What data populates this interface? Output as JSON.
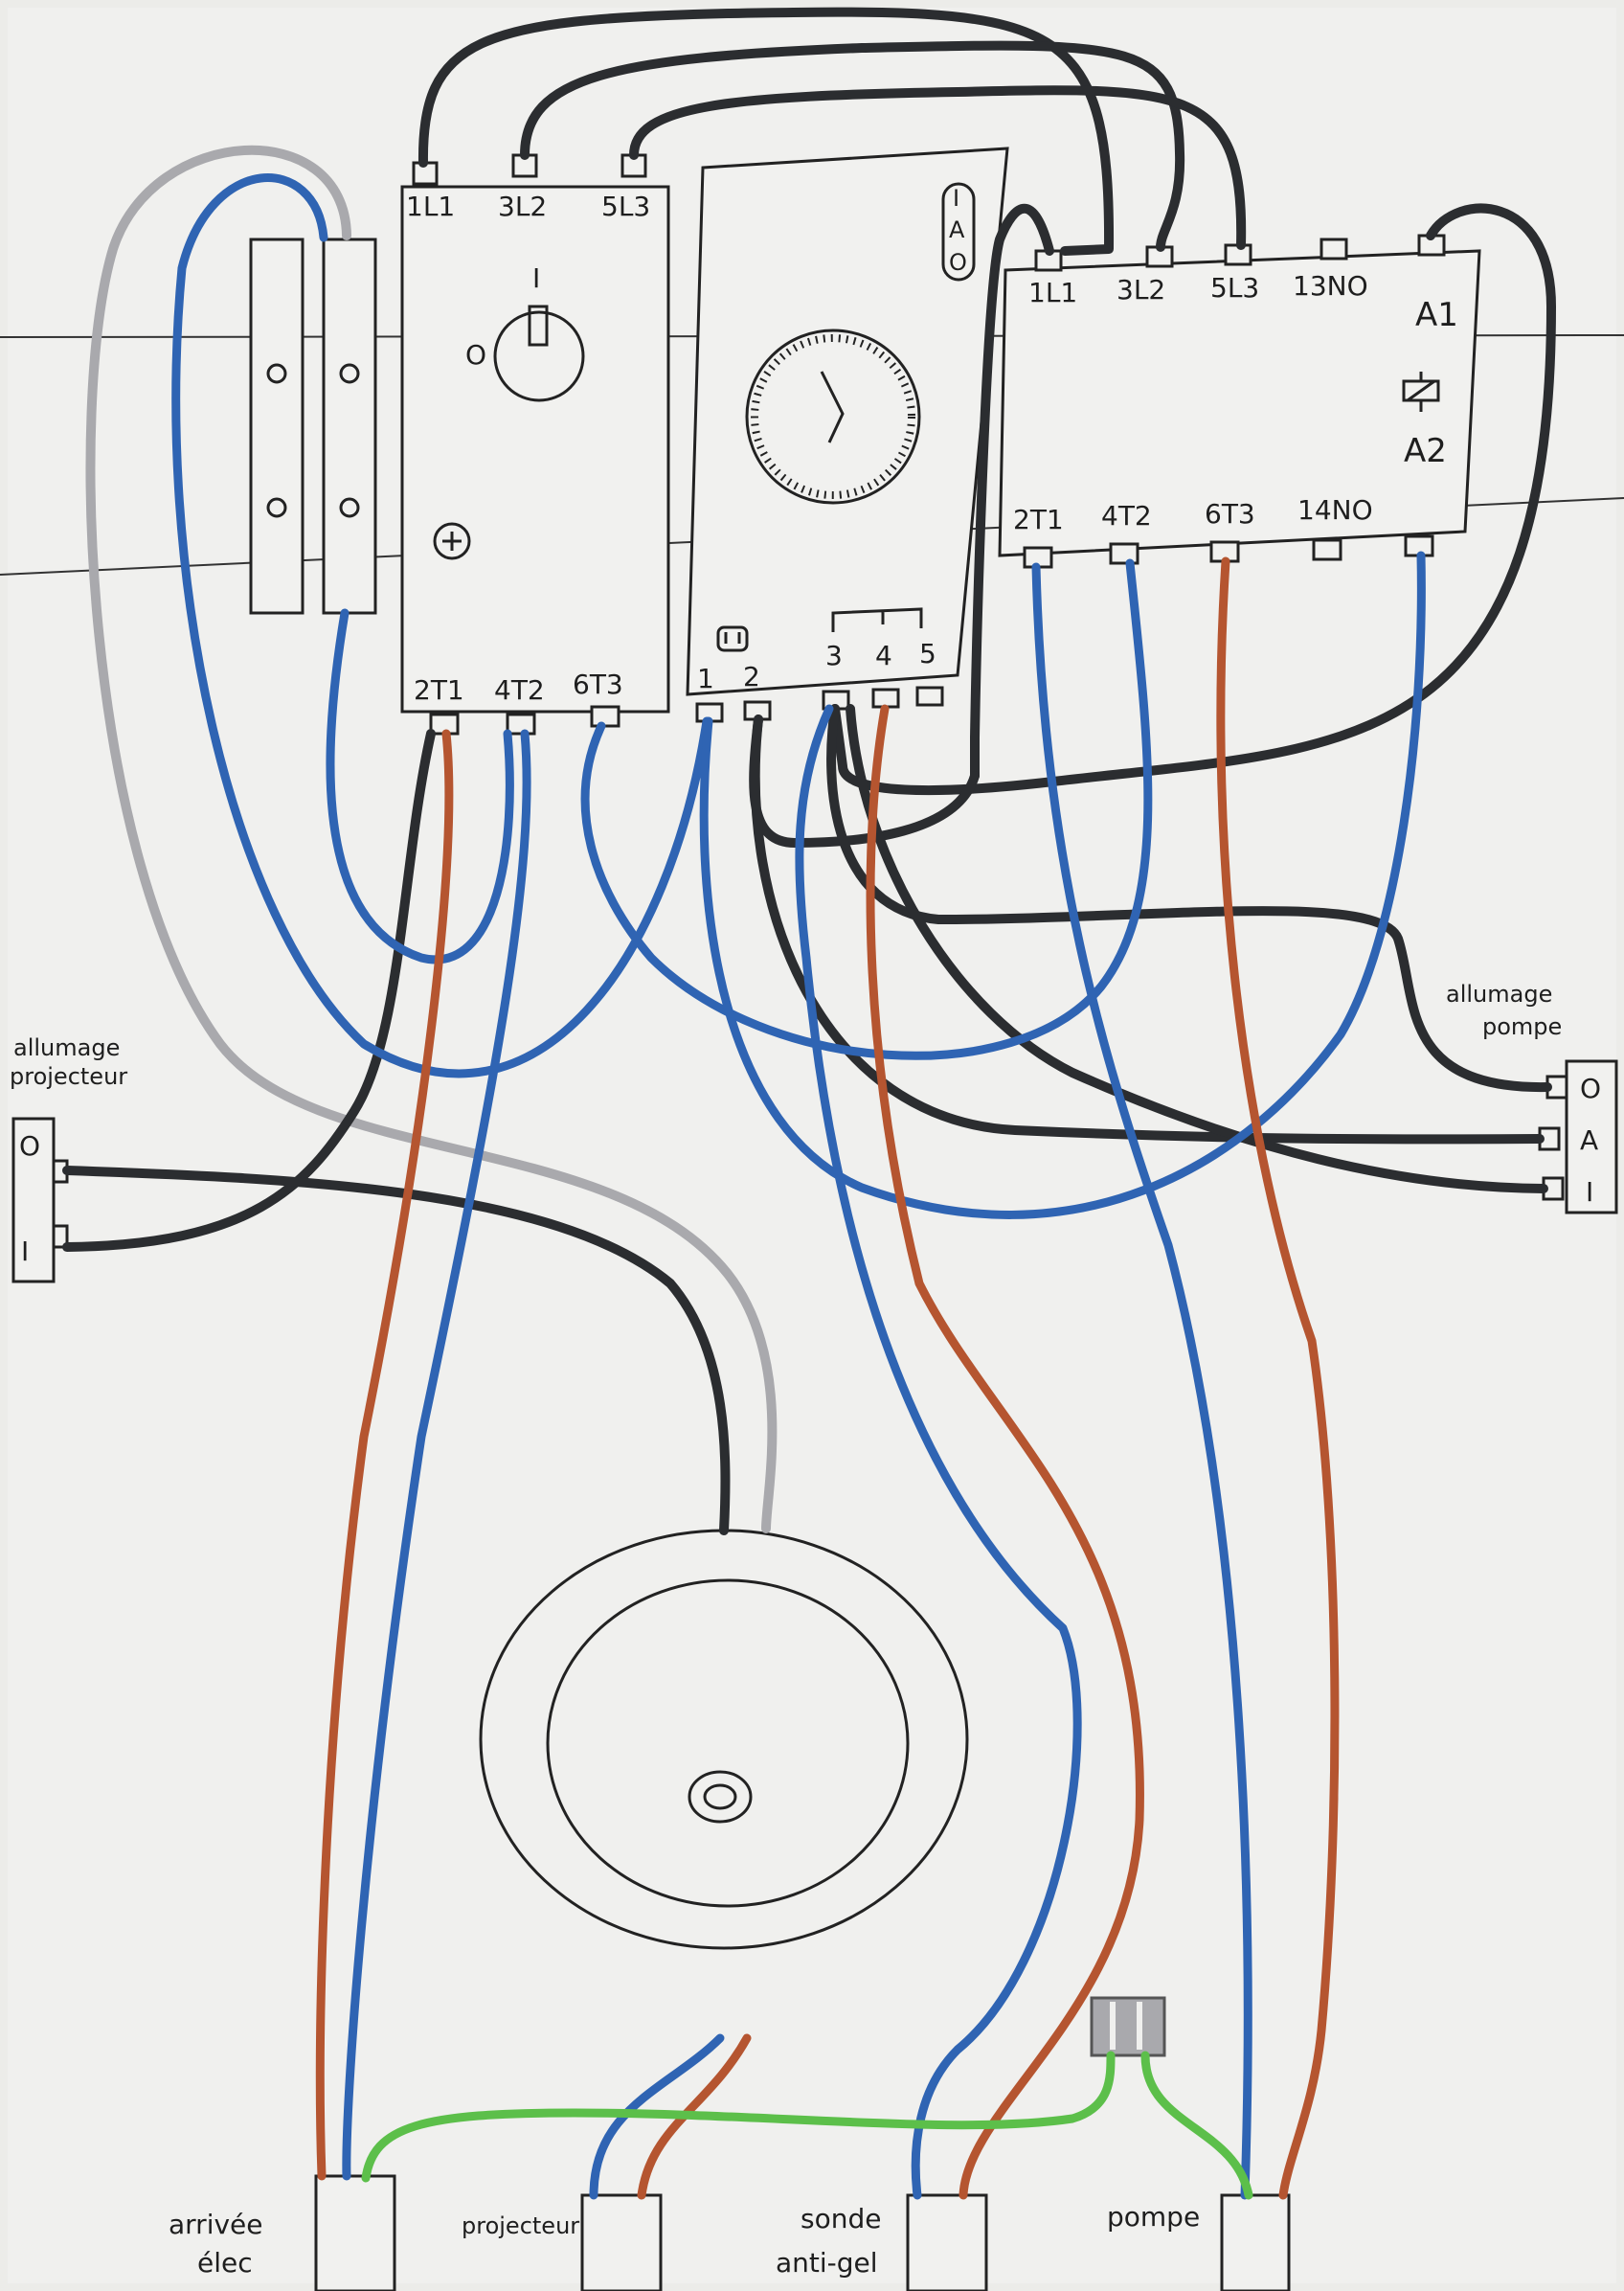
{
  "breaker": {
    "terminals_top": [
      "1L1",
      "3L2",
      "5L3"
    ],
    "terminals_bottom": [
      "2T1",
      "4T2",
      "6T3"
    ],
    "switch_off": "O",
    "switch_on": "I"
  },
  "timer": {
    "mode_labels": [
      "I",
      "A",
      "O"
    ],
    "terminals": [
      "1",
      "2",
      "3",
      "4",
      "5"
    ]
  },
  "contactor": {
    "terminals_top": [
      "1L1",
      "3L2",
      "5L3",
      "13NO"
    ],
    "terminals_bottom": [
      "2T1",
      "4T2",
      "6T3",
      "14NO"
    ],
    "coil_top": "A1",
    "coil_bottom": "A2"
  },
  "switch_projecteur": {
    "title_line1": "allumage",
    "title_line2": "projecteur",
    "pos_off": "O",
    "pos_on": "I"
  },
  "switch_pompe": {
    "title_line1": "allumage",
    "title_line2": "pompe",
    "pos_off": "O",
    "pos_auto": "A",
    "pos_on": "I"
  },
  "bottom_labels": {
    "arrivee_line1": "arrivée",
    "arrivee_line2": "élec",
    "projecteur": "projecteur",
    "sonde_line1": "sonde",
    "sonde_line2": "anti-gel",
    "pompe": "pompe"
  },
  "wire_colors": {
    "phase": "#b55530",
    "neutral": "#2f64b3",
    "control": "#2b2d30",
    "bridge": "#a9a9ad",
    "earth": "#5cbf4a"
  }
}
